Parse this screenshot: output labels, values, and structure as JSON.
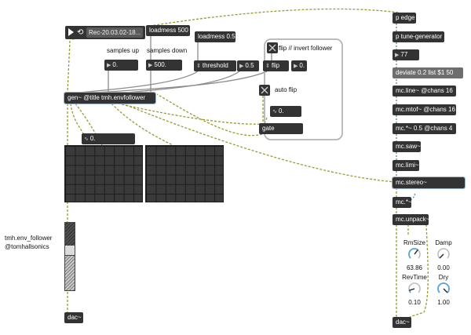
{
  "colors": {
    "object_bg": "#333333",
    "object_text": "#ffffff",
    "cord_audio": "#9a9a34",
    "cord_multichannel": "#5a8a8a",
    "cord_control": "#8c8c8c",
    "panel_border": "#b4b4b4",
    "meter_fill": "#3c3c3c"
  },
  "transport": {
    "play_icon": "play-icon",
    "loop_icon": "loop-icon",
    "filename": "Rec-20.03.02-18..."
  },
  "objects": {
    "loadmess_500": "loadmess 500",
    "loadmess_05": "loadmess 0.5",
    "threshold": "threshold",
    "threshold_value": "0.5",
    "flip": "flip",
    "flip_value": "0.",
    "gen": "gen~ @title tmh.envfollower",
    "signal_value": "0.",
    "auto_flip_value": "0.",
    "gate": "gate",
    "dac_left": "dac~",
    "dac_right": "dac~"
  },
  "numbers": {
    "samples_up": "0.",
    "samples_down": "500."
  },
  "labels": {
    "samples_up": "samples up",
    "samples_down": "samples down",
    "flip_invert": "flip // invert follower",
    "auto_flip": "auto flip",
    "credit_line1": "tmh.env_follower",
    "credit_line2": "@tomhallsonics"
  },
  "chain": [
    "p edge",
    "p tune-generator",
    "77",
    "deviate 0.2 list $1 50",
    "mc.line~ @chans 16",
    "mc.mtof~ @chans 16",
    "mc.*~ 0.5 @chans 4",
    "mc.saw~",
    "mc.limi~",
    "mc.stereo~",
    "mc.*~",
    "mc.unpack~"
  ],
  "dials": [
    {
      "label": "RmSize",
      "value": "63.86",
      "level": 0.64
    },
    {
      "label": "Damp",
      "value": "0.00",
      "level": 0.0
    },
    {
      "label": "RevTime",
      "value": "0.10",
      "level": 0.1
    },
    {
      "label": "Dry",
      "value": "1.00",
      "level": 1.0
    }
  ],
  "meters": {
    "left_level": 0.78
  }
}
